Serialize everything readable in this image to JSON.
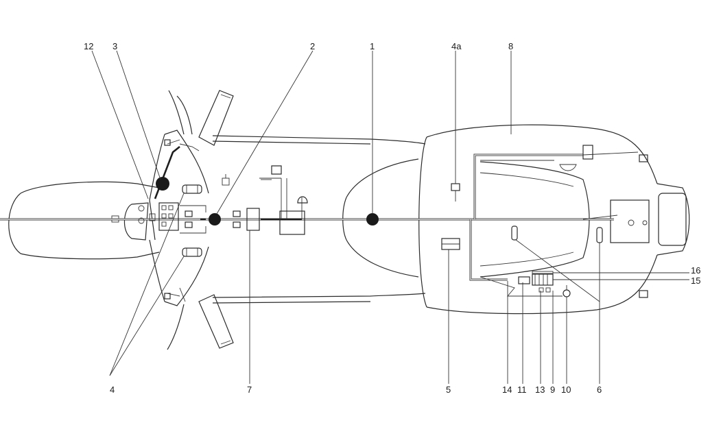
{
  "callouts": {
    "c1": "1",
    "c2": "2",
    "c3": "3",
    "c4": "4",
    "c4a": "4a",
    "c5": "5",
    "c6": "6",
    "c7": "7",
    "c8": "8",
    "c9": "9",
    "c10": "10",
    "c11": "11",
    "c12": "12",
    "c13": "13",
    "c14": "14",
    "c15": "15",
    "c16": "16"
  }
}
